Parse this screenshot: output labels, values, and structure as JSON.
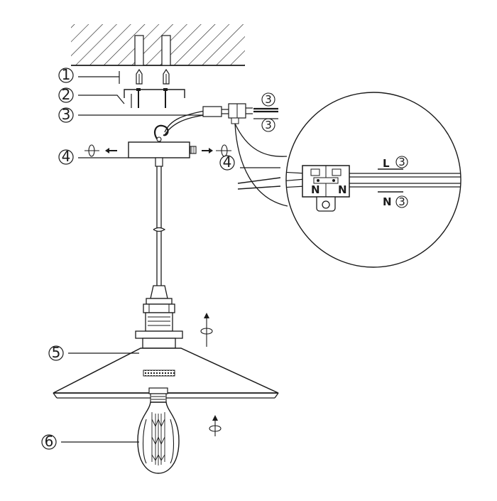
{
  "steps": {
    "s1": "1",
    "s2": "2",
    "s3": "3",
    "s4": "4",
    "s4_detail": "4",
    "s5": "5",
    "s6": "6"
  },
  "wires": {
    "top_ref": "3",
    "bottom_ref": "3",
    "live_letter": "L",
    "live_ref": "3",
    "neutral_letter": "N",
    "neutral_ref": "3"
  },
  "terminal_marks": {
    "left": "N",
    "right": "N"
  },
  "colors": {
    "line": "#1a1a1a",
    "background": "#ffffff",
    "shade": "#cfcfcf"
  }
}
